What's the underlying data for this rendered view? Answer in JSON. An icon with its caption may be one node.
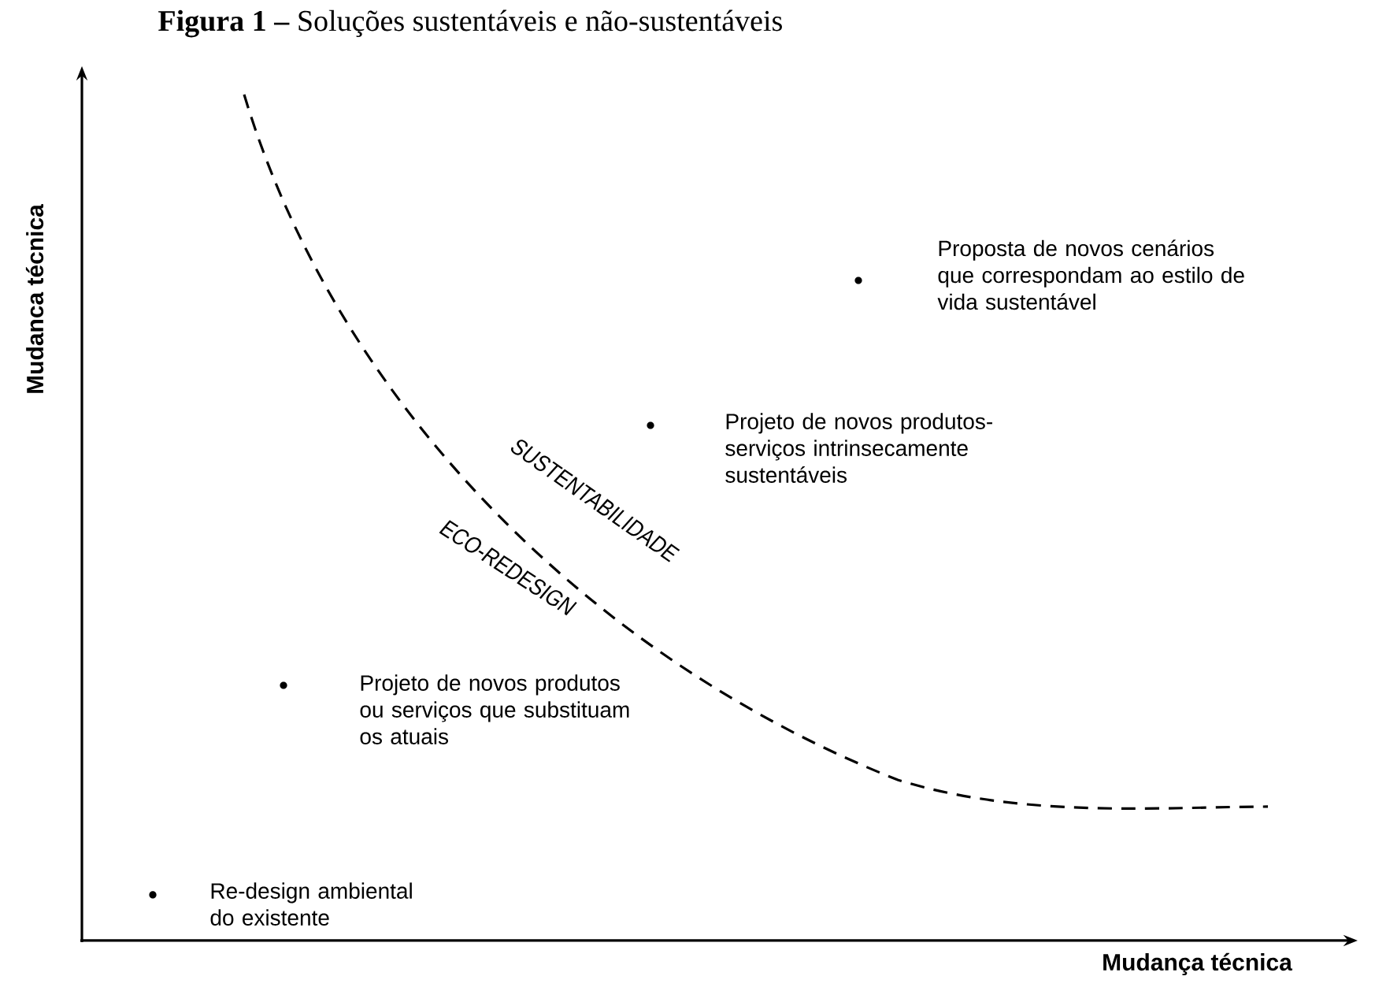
{
  "diagram": {
    "title": "**Figura 1 –** Soluções sustentáveis e não-sustentáveis",
    "labels": [
      "Mudanca técnica",
      "Proposta de novos cenários que correspondam ao estilo de vida sustentável",
      "SUSTENTABILIDADE",
      "Projeto de novos produtos-serviços intrinsecamente sustentáveis",
      "ECO-REDESIGN",
      "Projeto de novos produtos ou serviços que substituam os atuais",
      "Re-design ambiental do existente",
      "Mudança técnica"
    ]
  }
}
